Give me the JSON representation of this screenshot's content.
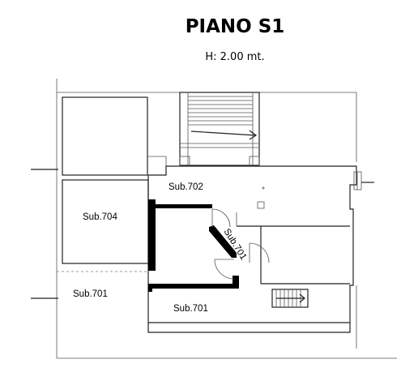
{
  "drawing": {
    "title": "PIANO  S1",
    "subtitle": "H: 2.00 mt."
  },
  "rooms": [
    {
      "id": "sub702",
      "label": "Sub.702"
    },
    {
      "id": "sub704",
      "label": "Sub.704"
    },
    {
      "id": "sub701-corridor",
      "label": "Sub.701"
    },
    {
      "id": "sub701-left",
      "label": "Sub.701"
    },
    {
      "id": "sub701-bottom",
      "label": "Sub.701"
    }
  ]
}
